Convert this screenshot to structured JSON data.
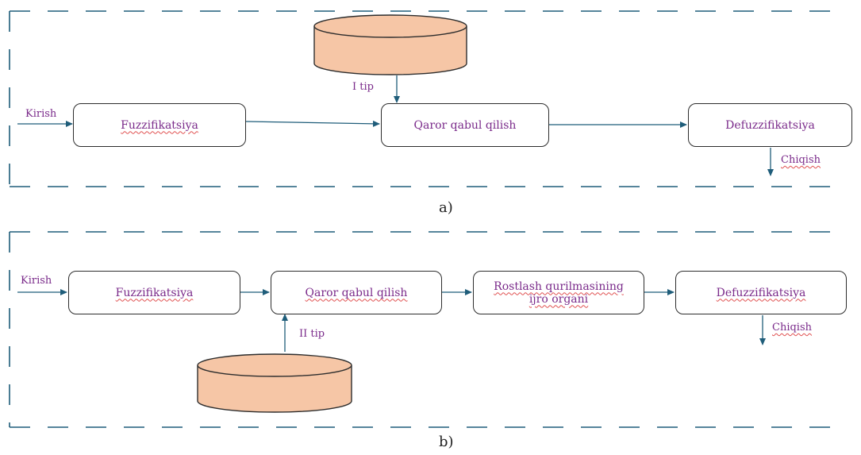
{
  "diagram_a": {
    "input_label": "Kirish",
    "fuzz_label": "Fuzzifikatsiya",
    "decision_label": "Qaror qabul qilish",
    "defuzz_label": "Defuzzifikatsiya",
    "type_label": "I tip",
    "output_label": "Chiqish",
    "caption": "a)"
  },
  "diagram_b": {
    "input_label": "Kirish",
    "fuzz_label": "Fuzzifikatsiya",
    "decision_label": "Qaror qabul qilish",
    "actuator_label_line1": "Rostlash qurilmasining",
    "actuator_label_line2": "ijro organi",
    "defuzz_label": "Defuzzifikatsiya",
    "type_label": "II tip",
    "output_label": "Chiqish",
    "caption": "b)"
  },
  "colors": {
    "dash_border": "#1f5d7a",
    "arrow": "#1f5d7a",
    "box_border": "#2d2d2d",
    "text": "#7a2a8a",
    "database_fill": "#f6c6a6"
  }
}
